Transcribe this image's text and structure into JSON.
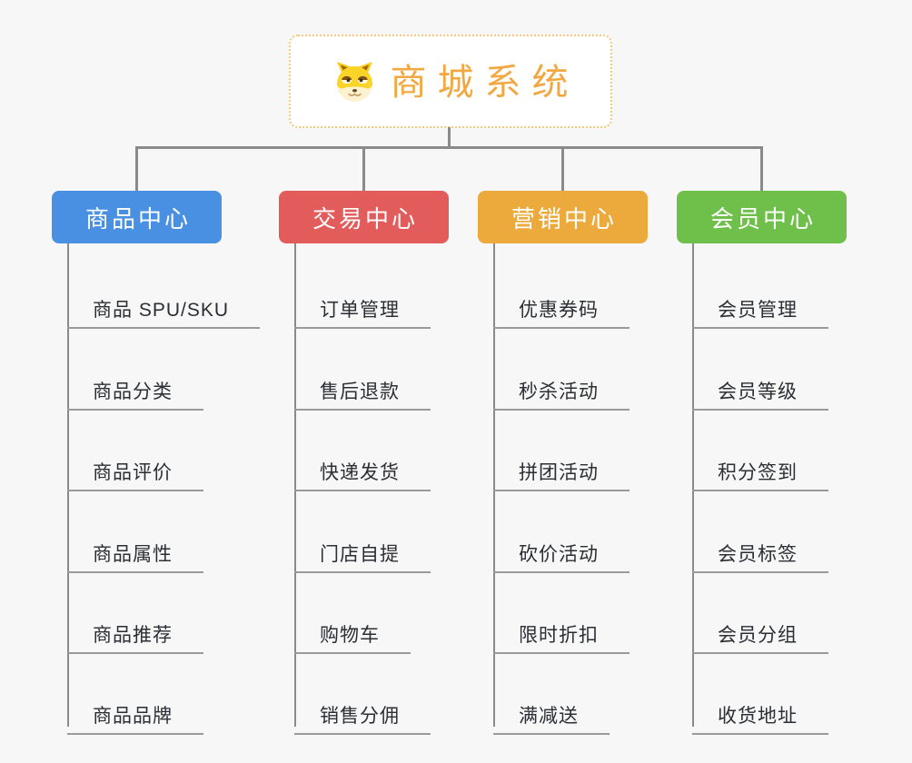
{
  "root": {
    "title": "商城系统",
    "icon": "doge-icon"
  },
  "colors": {
    "background": "#f7f7f7",
    "accent": "#f2a842",
    "root_border": "#f3c879",
    "connector": "#8a8a8a",
    "underline": "#9a9a9a",
    "item_text": "#2b2e33"
  },
  "branches": [
    {
      "label": "商品中心",
      "color": "#4a90e2",
      "children": [
        "商品 SPU/SKU",
        "商品分类",
        "商品评价",
        "商品属性",
        "商品推荐",
        "商品品牌"
      ]
    },
    {
      "label": "交易中心",
      "color": "#e25c5c",
      "children": [
        "订单管理",
        "售后退款",
        "快递发货",
        "门店自提",
        "购物车",
        "销售分佣"
      ]
    },
    {
      "label": "营销中心",
      "color": "#ecaa3d",
      "children": [
        "优惠券码",
        "秒杀活动",
        "拼团活动",
        "砍价活动",
        "限时折扣",
        "满减送"
      ]
    },
    {
      "label": "会员中心",
      "color": "#6fc04a",
      "children": [
        "会员管理",
        "会员等级",
        "积分签到",
        "会员标签",
        "会员分组",
        "收货地址"
      ]
    }
  ]
}
